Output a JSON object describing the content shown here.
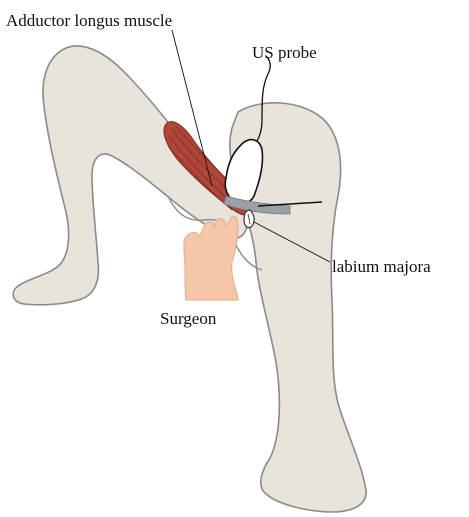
{
  "labels": {
    "muscle": "Adductor longus muscle",
    "probe": "US probe",
    "labium": "labium majora",
    "surgeon": "Surgeon"
  },
  "colors": {
    "skin_body": "#e8e4dc",
    "outline": "#8a8a8a",
    "muscle": "#b0453a",
    "hand": "#f5c7a8",
    "probe_fill": "#ffffff",
    "gel": "#9aa0a6"
  }
}
